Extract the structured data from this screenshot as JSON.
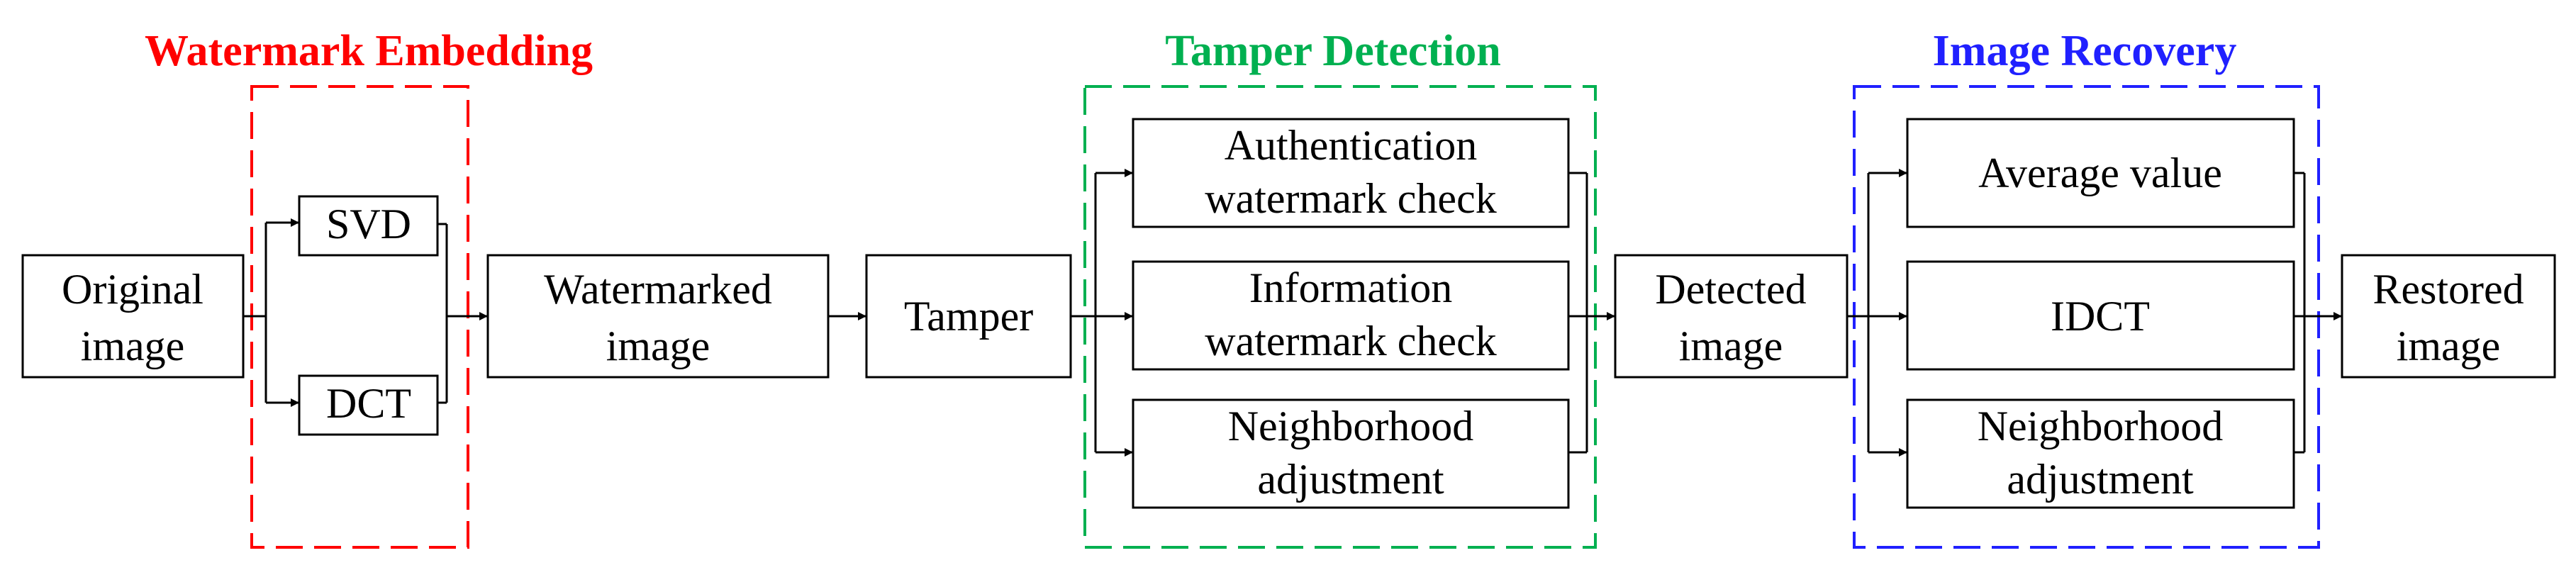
{
  "groups": {
    "embedding": {
      "title": "Watermark Embedding",
      "color": "#ff0000"
    },
    "detection": {
      "title": "Tamper Detection",
      "color": "#00b050"
    },
    "recovery": {
      "title": "Image Recovery",
      "color": "#2020ff"
    }
  },
  "boxes": {
    "original": [
      "Original",
      "image"
    ],
    "svd": [
      "SVD"
    ],
    "dct": [
      "DCT"
    ],
    "watermarked": [
      "Watermarked",
      "image"
    ],
    "tamper": [
      "Tamper"
    ],
    "auth_check": [
      "Authentication",
      "watermark check"
    ],
    "info_check": [
      "Information",
      "watermark check"
    ],
    "neighborhood_detect": [
      "Neighborhood",
      "adjustment"
    ],
    "detected": [
      "Detected",
      "image"
    ],
    "average": [
      "Average value"
    ],
    "idct": [
      "IDCT"
    ],
    "neighborhood_recover": [
      "Neighborhood",
      "adjustment"
    ],
    "restored": [
      "Restored",
      "image"
    ]
  }
}
